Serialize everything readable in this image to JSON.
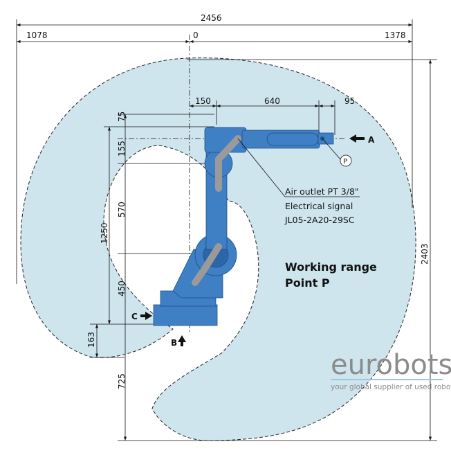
{
  "dimensions": {
    "total_width": "2456",
    "left_reach": "1078",
    "origin": "0",
    "right_reach": "1378",
    "offset_150": "150",
    "arm_640": "640",
    "tool_95": "95",
    "v_75": "75",
    "v_155": "155",
    "v_570": "570",
    "v_1250": "1250",
    "v_450": "450",
    "v_163": "163",
    "v_725": "725",
    "total_height": "2403"
  },
  "markers": {
    "a": "A",
    "b": "B",
    "c": "C",
    "p": "P"
  },
  "notes": {
    "air_outlet": "Air outlet PT 3/8\"",
    "electrical_signal": "Electrical signal",
    "connector": "JL05-2A20-29SC"
  },
  "working_range": {
    "line1": "Working range",
    "line2": "Point P"
  },
  "watermark": {
    "brand": "eurobots",
    "tagline": "your global supplier of used robots"
  },
  "colors": {
    "range_fill": "#cfe5ee",
    "robot_blue": "#3f7fc4",
    "robot_dark": "#2d66a8",
    "link_gray": "#9a9a9a"
  }
}
